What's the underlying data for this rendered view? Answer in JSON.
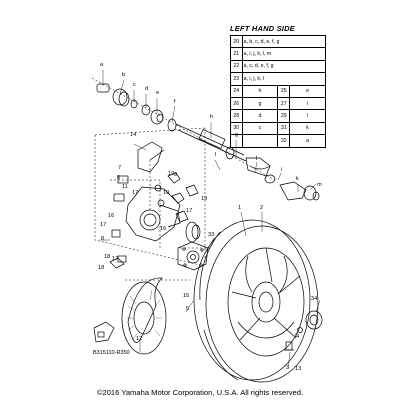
{
  "legend": {
    "title": "LEFT HAND SIDE",
    "full_rows": [
      {
        "num": "20",
        "text": "a, b, c, d, e, f, g"
      },
      {
        "num": "21",
        "text": "a, i, j, k, l, m"
      },
      {
        "num": "22",
        "text": "a, c, d, e, f, g"
      },
      {
        "num": "23",
        "text": "a, i, j, k, l"
      }
    ],
    "pair_rows": [
      {
        "n1": "24",
        "v1": "h",
        "n2": "25",
        "v2": "e"
      },
      {
        "n1": "26",
        "v1": "g",
        "n2": "27",
        "v2": "i"
      },
      {
        "n1": "28",
        "v1": "d",
        "n2": "29",
        "v2": "l"
      },
      {
        "n1": "30",
        "v1": "c",
        "n2": "31",
        "v2": "k"
      },
      {
        "n1": "",
        "v1": "",
        "n2": "32",
        "v2": "a"
      }
    ]
  },
  "part_labels": {
    "p1": "1",
    "p2": "2",
    "p3": "3",
    "p4": "4",
    "p5": "5",
    "p6": "6",
    "p7": "7",
    "p8": "8",
    "p9": "9",
    "p10": "10",
    "p11": "11",
    "p12": "12",
    "p13": "13",
    "p14": "14",
    "p15": "15",
    "p16a": "16",
    "p16b": "16",
    "p17a": "17",
    "p17b": "17",
    "p17c": "17",
    "p17d": "17",
    "p18a": "18",
    "p18b": "18",
    "p19a": "19",
    "p19b": "19",
    "p33": "33",
    "p34": "34",
    "la": "a",
    "lb": "b",
    "lc": "c",
    "ld": "d",
    "le": "e",
    "lf": "f",
    "lg": "g",
    "lh": "h",
    "li": "i",
    "lj": "j",
    "lk": "k",
    "ll": "l",
    "lm": "m"
  },
  "drawing_code": "B315110-R350",
  "copyright": "©2016 Yamaha Motor Corporation, U.S.A. All rights reserved."
}
